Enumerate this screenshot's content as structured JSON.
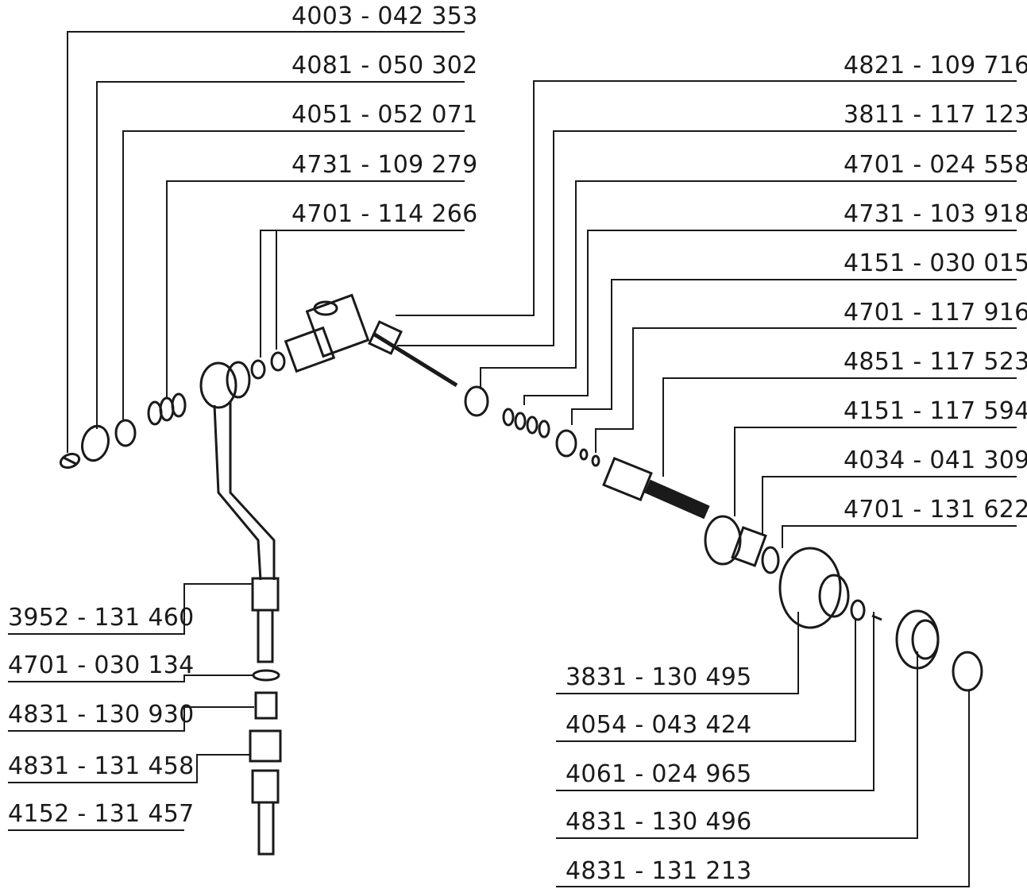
{
  "top_left_labels": [
    "4003 - 042 353",
    "4081 - 050 302",
    "4051 - 052 071",
    "4731 - 109 279",
    "4701 - 114 266"
  ],
  "right_labels": [
    "4821 - 109 716",
    "3811 - 117 123",
    "4701 - 024 558",
    "4731 - 103 918",
    "4151 - 030 015",
    "4701 - 117 916",
    "4851 - 117 523",
    "4151 - 117 594",
    "4034 - 041 309",
    "4701 - 131 622"
  ],
  "bottom_left_labels": [
    "3952 - 131 460",
    "4701 - 030 134",
    "4831 - 130 930",
    "4831 - 131 458",
    "4152 - 131 457"
  ],
  "bottom_right_labels": [
    "3831 - 130 495",
    "4054 - 043 424",
    "4061 - 024 965",
    "4831 - 130 496",
    "4831 - 131 213"
  ]
}
